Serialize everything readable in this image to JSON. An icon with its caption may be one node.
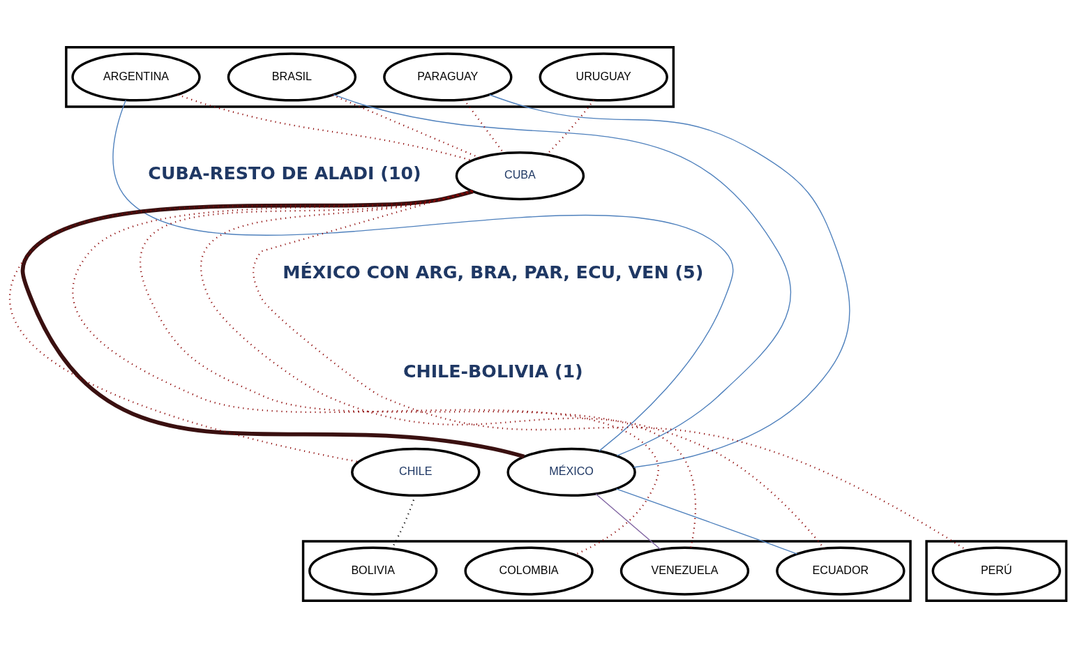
{
  "diagram": {
    "nodes": [
      {
        "text": [],
        "shape": "box"
      },
      {
        "text": [
          "ARGENTINA"
        ],
        "in": 0
      },
      {
        "text": [
          "BRASIL"
        ],
        "in": 0
      },
      {
        "text": [
          "PARAGUAY"
        ],
        "in": 0
      },
      {
        "text": [
          "URUGUAY"
        ],
        "in": 0
      },
      {
        "text": [
          "CUBA"
        ]
      },
      {
        "text": [
          "MÉXICO"
        ]
      },
      {
        "text": [
          "CHILE"
        ]
      },
      {
        "text": [],
        "shape": "box"
      },
      {
        "text": [
          "BOLIVIA"
        ],
        "in": 8
      },
      {
        "text": [
          "COLOMBIA"
        ],
        "in": 8
      },
      {
        "text": [
          "VENEZUELA"
        ],
        "in": 8
      },
      {
        "text": [
          "ECUADOR"
        ],
        "in": 8
      },
      {
        "text": [],
        "shape": "box"
      },
      {
        "text": [
          "PERÚ"
        ],
        "in": 13
      }
    ],
    "edges": [
      {
        "from": 1,
        "to": 5,
        "arrow": "none",
        "style": "dashed"
      },
      {
        "from": 2,
        "to": 5,
        "arrow": "none",
        "style": "dashed"
      },
      {
        "from": 3,
        "to": 5,
        "arrow": "none",
        "style": "dashed"
      },
      {
        "from": 4,
        "to": 5,
        "arrow": "none",
        "style": "dashed"
      },
      {
        "from": 5,
        "to": 7,
        "arrow": "none",
        "style": "dashed"
      },
      {
        "from": 5,
        "to": 10,
        "arrow": "none",
        "style": "dashed"
      },
      {
        "from": 5,
        "to": 11,
        "arrow": "none",
        "style": "dashed"
      },
      {
        "from": 5,
        "to": 12,
        "arrow": "none",
        "style": "dashed"
      },
      {
        "from": 5,
        "to": 14,
        "arrow": "none",
        "style": "dashed"
      },
      {
        "from": 5,
        "to": 6,
        "arrow": "none",
        "style": "thick",
        "color": "#3a1010"
      },
      {
        "from": 1,
        "to": 6,
        "arrow": "none",
        "color": "#4f81bd"
      },
      {
        "from": 2,
        "to": 6,
        "arrow": "none",
        "color": "#4f81bd"
      },
      {
        "from": 3,
        "to": 6,
        "arrow": "none",
        "color": "#4f81bd"
      },
      {
        "from": 6,
        "to": 11,
        "arrow": "none",
        "color": "#8064a2"
      },
      {
        "from": 6,
        "to": 12,
        "arrow": "none",
        "color": "#4f81bd"
      },
      {
        "from": 7,
        "to": 9,
        "arrow": "none",
        "style": "dashed",
        "color": "#000000"
      }
    ],
    "labels": [
      "CUBA-RESTO DE ALADI (10)",
      "MÉXICO CON ARG, BRA, PAR, ECU, VEN (5)",
      "CHILE-BOLIVIA (1)"
    ]
  }
}
